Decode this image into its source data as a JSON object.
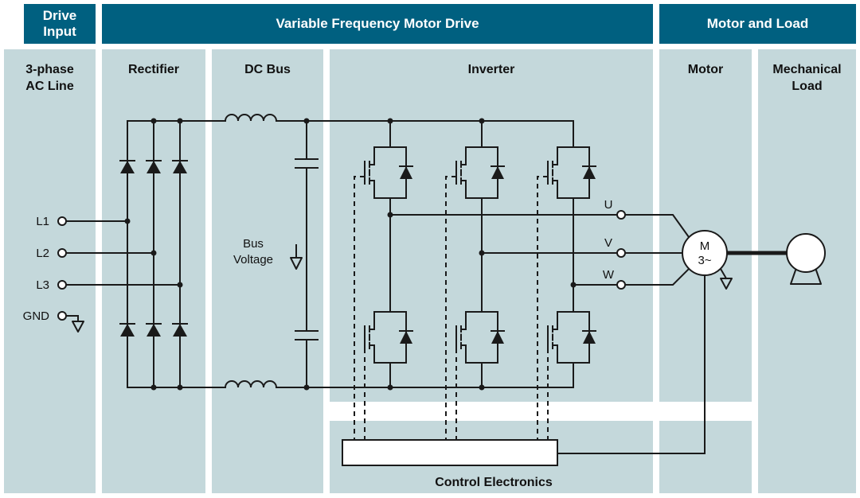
{
  "headers": [
    {
      "label": "Drive Input"
    },
    {
      "label": "Variable Frequency Motor Drive"
    },
    {
      "label": "Motor and Load"
    }
  ],
  "columns": [
    {
      "lines": [
        "3-phase",
        "AC Line"
      ]
    },
    {
      "lines": [
        "Rectifier"
      ]
    },
    {
      "lines": [
        "DC Bus"
      ]
    },
    {
      "lines": [
        "Inverter"
      ]
    },
    {
      "lines": [
        "Motor"
      ]
    },
    {
      "lines": [
        "Mechanical",
        "Load"
      ]
    }
  ],
  "schematic": {
    "input_terminals": [
      "L1",
      "L2",
      "L3",
      "GND"
    ],
    "bus_voltage_label": [
      "Bus",
      "Voltage"
    ],
    "output_terminals": [
      "U",
      "V",
      "W"
    ],
    "motor_symbol": [
      "M",
      "3~"
    ],
    "control_box_label": "Control Electronics"
  },
  "colors": {
    "header_bg": "#006080",
    "panel_bg": "#c4d8db",
    "line": "#1a1a1a",
    "header_text": "#ffffff"
  }
}
